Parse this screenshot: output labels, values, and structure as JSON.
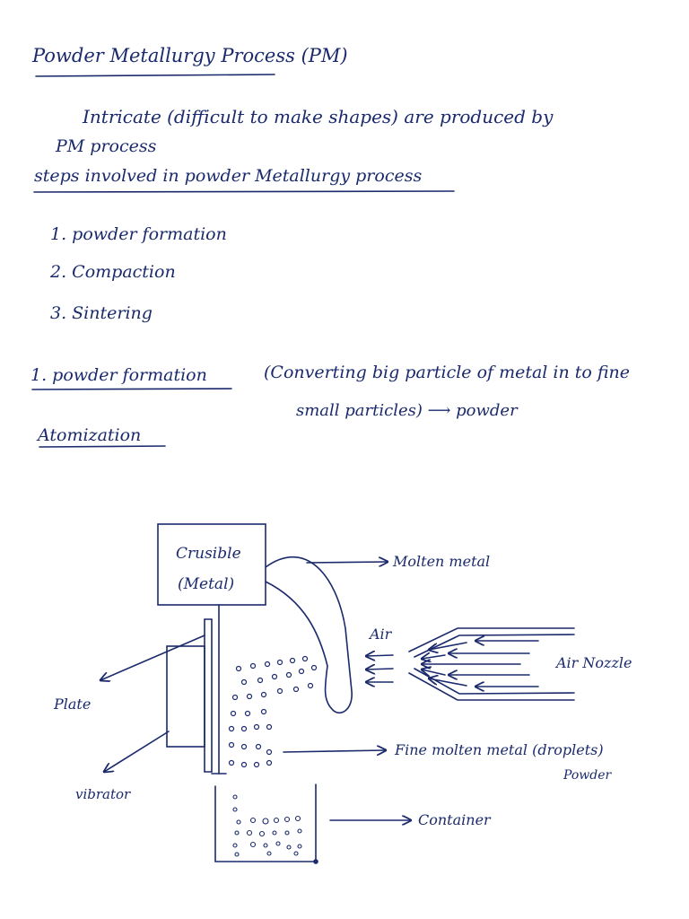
{
  "title": "Powder Metallurgy Process (PM)",
  "intro_line1": "Intricate (difficult to make shapes) are produced by",
  "intro_line2": "PM process",
  "steps_heading": "steps involved in powder Metallurgy process",
  "steps": [
    "1. powder formation",
    "2. Compaction",
    "3. Sintering"
  ],
  "section_heading": "1. powder formation",
  "definition_line1": "(Converting big particle of metal in to fine",
  "definition_line2": "small particles)",
  "definition_result": "powder",
  "subheading": "Atomization",
  "diagram": {
    "crucible_line1": "Crusible",
    "crucible_line2": "(Metal)",
    "molten_metal": "Molten metal",
    "air": "Air",
    "air_nozzle": "Air Nozzle",
    "plate": "Plate",
    "vibrator": "vibrator",
    "fine_molten_metal": "Fine molten metal (droplets)",
    "powder": "Powder",
    "container": "Container"
  }
}
